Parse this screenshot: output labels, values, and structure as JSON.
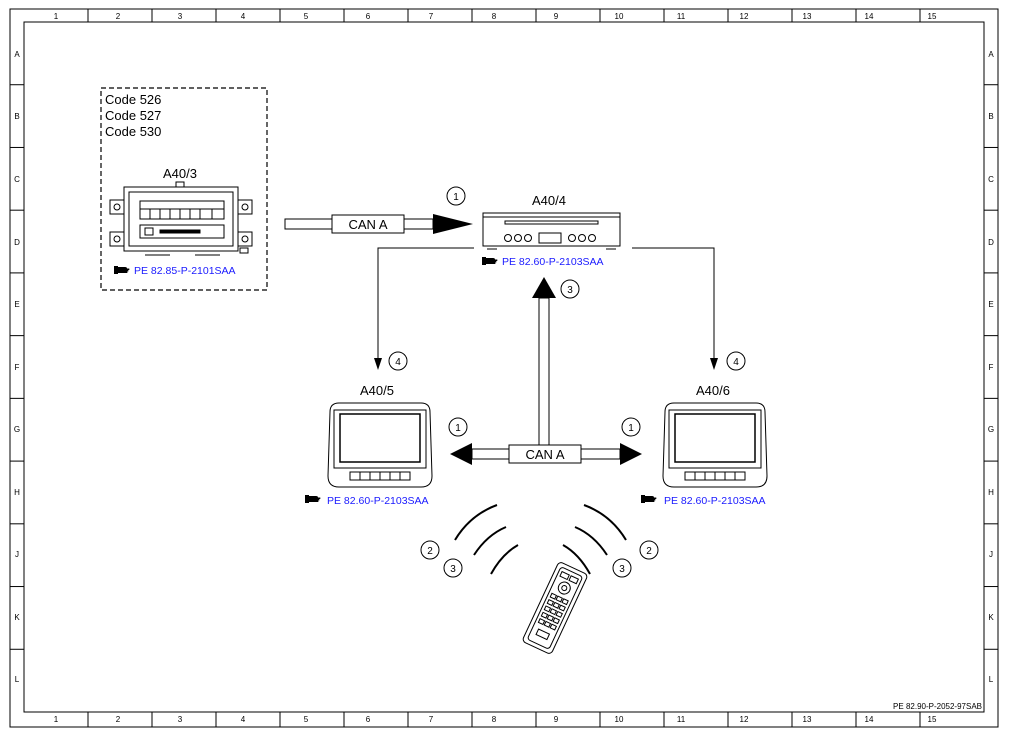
{
  "grid": {
    "columns": [
      "1",
      "2",
      "3",
      "4",
      "5",
      "6",
      "7",
      "8",
      "9",
      "10",
      "11",
      "12",
      "13",
      "14",
      "15"
    ],
    "rows": [
      "A",
      "B",
      "C",
      "D",
      "E",
      "F",
      "G",
      "H",
      "J",
      "K",
      "L"
    ]
  },
  "codes": [
    "Code 526",
    "Code 527",
    "Code 530"
  ],
  "components": {
    "a40_3": {
      "label": "A40/3",
      "ref": "PE 82.85-P-2101SAA"
    },
    "a40_4": {
      "label": "A40/4",
      "ref": "PE 82.60-P-2103SAA"
    },
    "a40_5": {
      "label": "A40/5",
      "ref": "PE 82.60-P-2103SAA"
    },
    "a40_6": {
      "label": "A40/6",
      "ref": "PE 82.60-P-2103SAA"
    }
  },
  "buses": {
    "top": "CAN A",
    "middle": "CAN A"
  },
  "markers": {
    "top_can": "1",
    "vertical": "3",
    "left_down": "4",
    "right_down": "4",
    "left_can": "1",
    "right_can": "1",
    "remote_left_outer": "2",
    "remote_left_inner": "3",
    "remote_right_inner": "3",
    "remote_right_outer": "2"
  },
  "doc_id": "PE 82.90-P-2052-97SAB"
}
